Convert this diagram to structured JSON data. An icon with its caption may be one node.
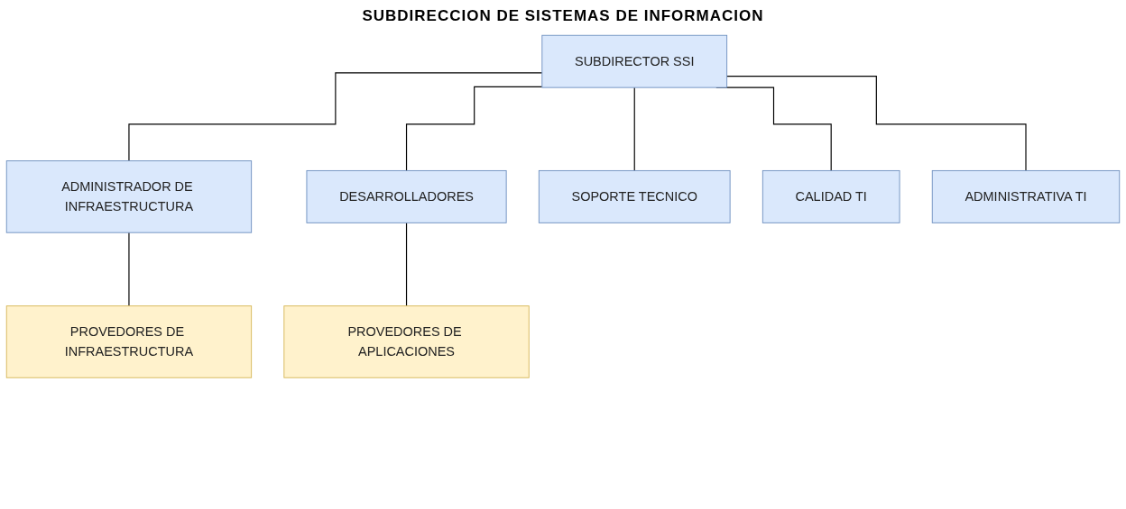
{
  "diagram": {
    "title": "SUBDIRECCION DE SISTEMAS DE INFORMACION",
    "nodes": [
      {
        "text": [
          "SUBDIRECTOR SSI"
        ]
      },
      {
        "text": [
          "ADMINISTRADOR DE INFRAESTRUCTURA"
        ]
      },
      {
        "text": [
          "DESARROLLADORES"
        ]
      },
      {
        "text": [
          "SOPORTE TECNICO"
        ]
      },
      {
        "text": [
          "CALIDAD TI"
        ]
      },
      {
        "text": [
          "ADMINISTRATIVA TI"
        ]
      },
      {
        "text": [
          "PROVEDORES DE INFRAESTRUCTURA"
        ]
      },
      {
        "text": [
          "PROVEDORES DE APLICACIONES"
        ]
      }
    ],
    "edges": [
      {
        "from": 0,
        "to": 1,
        "arrow": "none"
      },
      {
        "from": 0,
        "to": 2,
        "arrow": "none"
      },
      {
        "from": 0,
        "to": 3,
        "arrow": "none"
      },
      {
        "from": 0,
        "to": 4,
        "arrow": "none"
      },
      {
        "from": 0,
        "to": 5,
        "arrow": "none"
      },
      {
        "from": 1,
        "to": 6,
        "arrow": "none"
      },
      {
        "from": 2,
        "to": 7,
        "arrow": "none"
      }
    ]
  }
}
